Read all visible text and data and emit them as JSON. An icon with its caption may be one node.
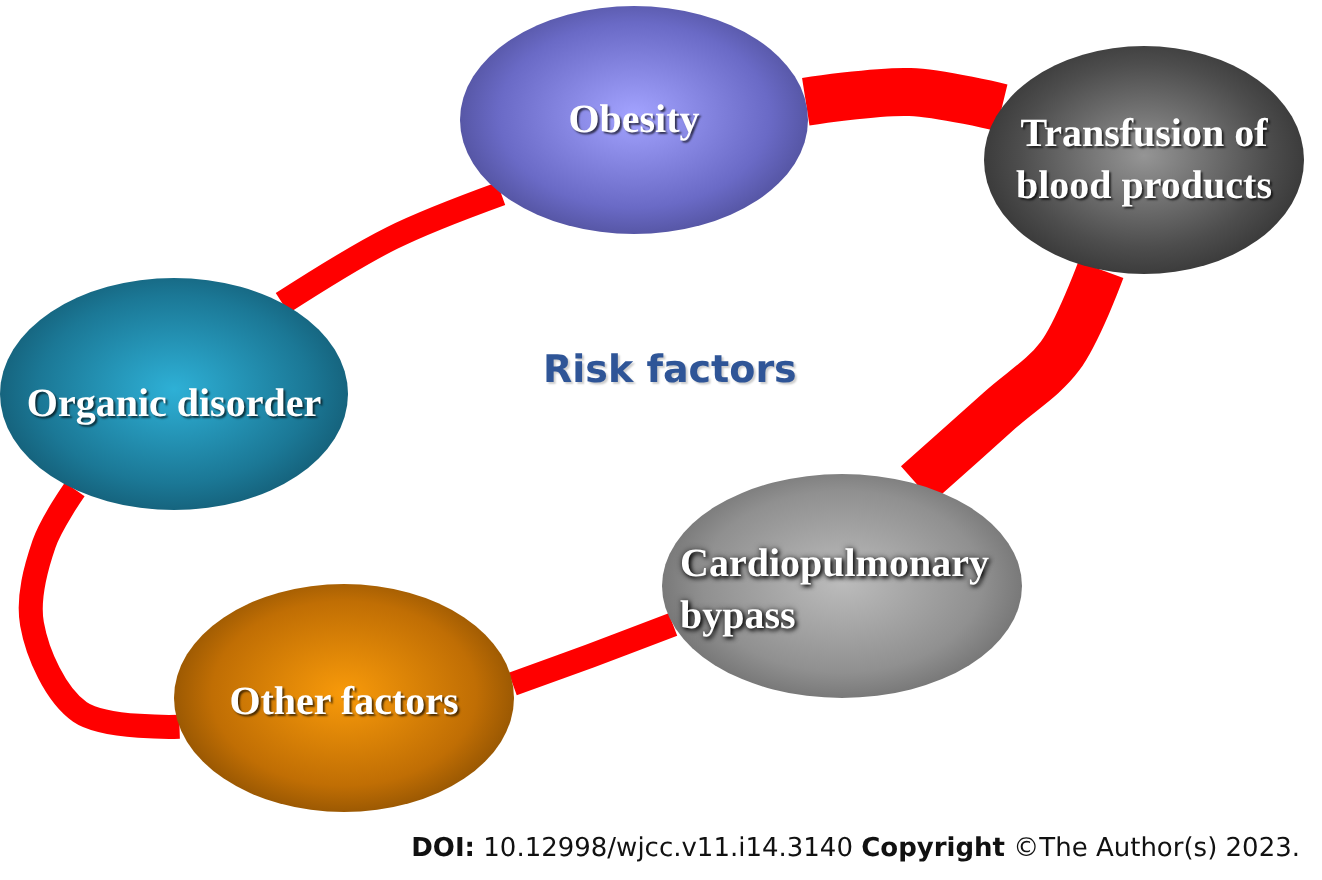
{
  "diagram": {
    "caption": "**DOI:** 10.12998/wjcc.v11.i14.3140 **Copyright** ©The Author(s) 2023.",
    "nodes": [
      {
        "text": [
          "Obesity"
        ]
      },
      {
        "text": [
          "Transfusion of blood products"
        ]
      },
      {
        "text": [
          "Organic disorder"
        ]
      },
      {
        "text": [
          "Cardiopulmonary bypass"
        ]
      },
      {
        "text": [
          "Other factors"
        ]
      }
    ],
    "edges": [
      {
        "from": 0,
        "to": 1,
        "arrow": "none",
        "style": "thick"
      },
      {
        "from": 1,
        "to": 3,
        "arrow": "none",
        "style": "thick"
      },
      {
        "from": 3,
        "to": 4,
        "arrow": "none"
      },
      {
        "from": 4,
        "to": 2,
        "arrow": "none"
      },
      {
        "from": 2,
        "to": 0,
        "arrow": "none"
      }
    ],
    "labels": [
      "Risk factors"
    ]
  }
}
